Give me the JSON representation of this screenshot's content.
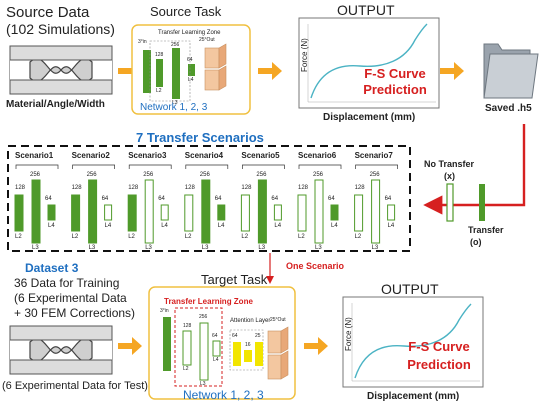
{
  "top": {
    "source_data_title": "Source Data",
    "source_data_sub": "(102 Simulations)",
    "source_data_caption": "Material/Angle/Width",
    "source_task_title": "Source Task",
    "source_tlz_label": "Transfer Learning Zone",
    "source_in_label": "3°in",
    "source_out_label": "25°Out",
    "source_network": "Network 1, 2, 3",
    "output_title": "OUTPUT",
    "chart_line1": "F-S Curve",
    "chart_line2": "Prediction",
    "xlabel": "Displacement (mm)",
    "ylabel": "Force (N)",
    "saved_label": "Saved .h5"
  },
  "middle": {
    "title": "7 Transfer Scenarios",
    "scenarios": [
      "Scenario1",
      "Scenario2",
      "Scenario3",
      "Scenario4",
      "Scenario5",
      "Scenario6",
      "Scenario7"
    ],
    "n128": "128",
    "n256": "256",
    "n64": "64",
    "l2": "L2",
    "l3": "L3",
    "l4": "L4",
    "no_transfer": "No Transfer",
    "no_transfer_sym": "(x)",
    "transfer": "Transfer",
    "transfer_sym": "(o)"
  },
  "bottom": {
    "dataset_title": "Dataset 3",
    "line1": "36 Data for Training",
    "line2": "(6 Experimental Data",
    "line3": "+ 30 FEM Corrections)",
    "test_caption": "(6 Experimental Data for Test)",
    "one_scenario": "One Scenario",
    "target_title": "Target Task",
    "tlz_label": "Transfer Learning Zone",
    "attention_label": "Attention Layer",
    "in_label": "3°in",
    "out_label": "25°Out",
    "n16": "16",
    "n25": "25",
    "network": "Network 1, 2, 3",
    "output_title": "OUTPUT",
    "chart_line1": "F-S Curve",
    "chart_line2": "Prediction",
    "xlabel": "Displacement (mm)",
    "ylabel": "Force (N)"
  },
  "colors": {
    "green": "#4f9a2a",
    "blue": "#1f6fc0",
    "red": "#d62020",
    "orange": "#f5a623",
    "yellow": "#f2e500",
    "box_border": "#f0c040",
    "curve": "#4bb3c4"
  }
}
